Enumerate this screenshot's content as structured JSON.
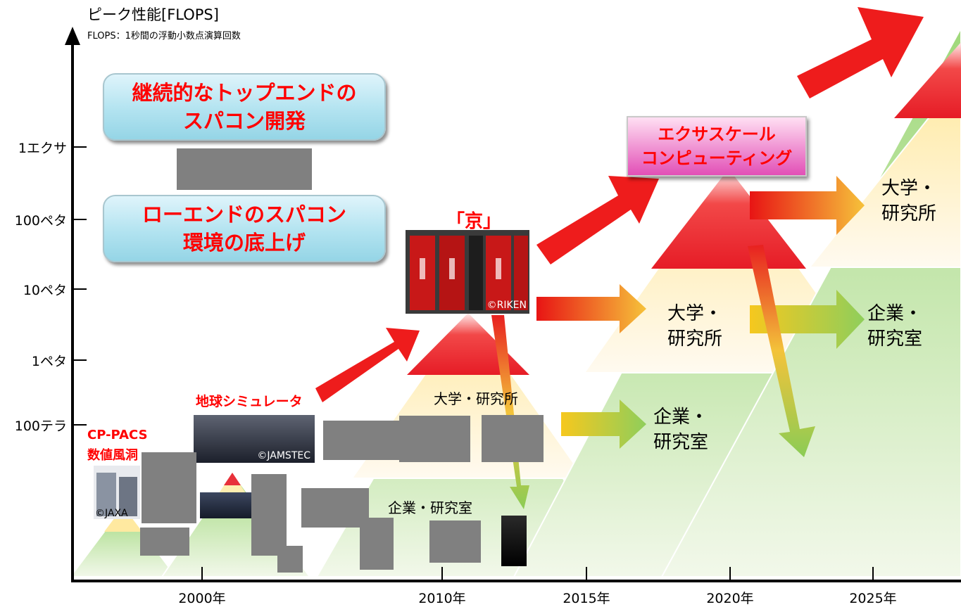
{
  "axes": {
    "y_title": "ピーク性能[FLOPS]",
    "y_subtitle": "FLOPS：1秒間の浮動小数点演算回数",
    "y_ticks": [
      "1エクサ",
      "100ペタ",
      "10ペタ",
      "1ペタ",
      "100テラ"
    ],
    "x_ticks": [
      "2000年",
      "2010年",
      "2015年",
      "2020年",
      "2025年"
    ]
  },
  "policy_boxes": {
    "top": [
      "継続的なトップエンドの",
      "スパコン開発"
    ],
    "bottom": [
      "ローエンドのスパコン",
      "環境の底上げ"
    ]
  },
  "machines": {
    "kei": "「京」",
    "kei_credit": "©RIKEN",
    "earth_simulator": "地球シミュレータ",
    "earth_simulator_credit": "©JAMSTEC",
    "cp_pacs": "CP-PACS",
    "nwt": "数値風洞",
    "jaxa_credit": "©JAXA"
  },
  "exascale": [
    "エクサスケール",
    "コンピューティング"
  ],
  "tiers": {
    "univ_2010": "大学・研究所",
    "corp_2010": "企業・研究室",
    "univ_2015_a": "大学・",
    "univ_2015_b": "研究所",
    "corp_2015_a": "企業・",
    "corp_2015_b": "研究室",
    "univ_2025_a": "大学・",
    "univ_2025_b": "研究所",
    "corp_2025_a": "企業・",
    "corp_2025_b": "研究室"
  },
  "colors": {
    "red": "#ff0000",
    "tier_red": "#e8202a",
    "tier_yellow": "#fff1b6",
    "tier_green": "#a9dd84",
    "box_blue": "#b2e3f0",
    "exa_pink": "#e94fb8",
    "redacted": "#808080"
  }
}
